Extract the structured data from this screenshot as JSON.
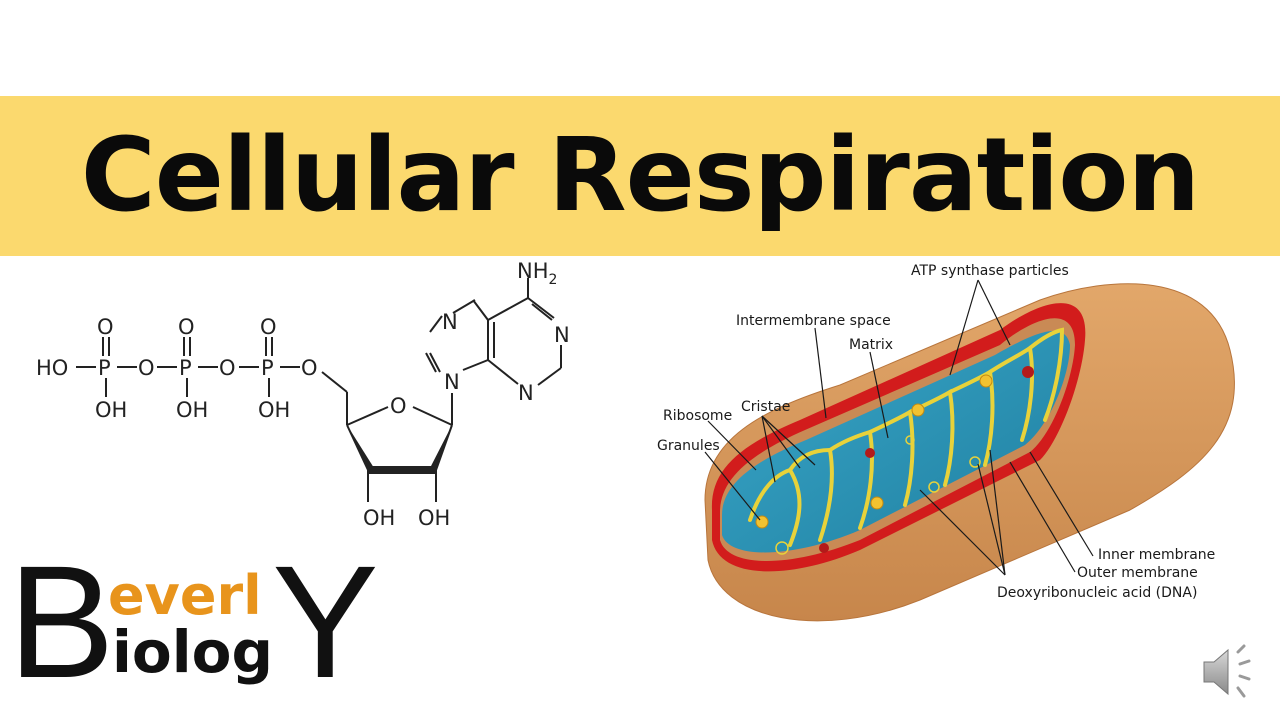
{
  "title": "Cellular Respiration",
  "molecule": {
    "groups": {
      "ho": "HO",
      "p": "P",
      "o": "O",
      "oh": "OH",
      "n": "N",
      "nh": "NH",
      "nh_sub": "2"
    }
  },
  "mitochondrion": {
    "labels": {
      "atp_synthase": "ATP synthase particles",
      "intermembrane": "Intermembrane space",
      "matrix": "Matrix",
      "ribosome": "Ribosome",
      "cristae": "Cristae",
      "granules": "Granules",
      "inner_membrane": "Inner membrane",
      "outer_membrane": "Outer membrane",
      "dna": "Deoxyribonucleic acid (DNA)"
    }
  },
  "logo": {
    "big_b": "B",
    "big_y": "Y",
    "orange_text": "everl",
    "black_text": "iolog"
  },
  "colors": {
    "banner": "#fbd96e",
    "membrane_red": "#d21c1c",
    "outer_tan": "#d79a5f",
    "matrix_teal": "#2b95b7",
    "cristae_yellow": "#e8d23a",
    "logo_orange": "#e8941c"
  },
  "icons": {
    "speaker": "speaker-icon"
  }
}
